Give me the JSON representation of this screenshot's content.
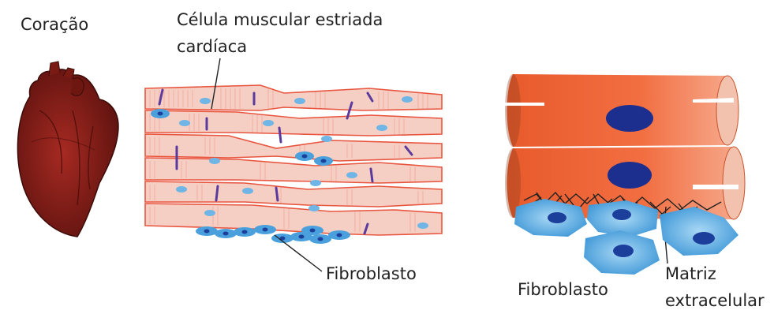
{
  "labels": {
    "heart": "Coração",
    "cell_line1": "Célula muscular estriada",
    "cell_line2": "cardíaca",
    "fibroblast_left": "Fibroblasto",
    "fibroblast_right": "Fibroblasto",
    "matrix_line1": "Matriz",
    "matrix_line2": "extracelular"
  },
  "colors": {
    "heart": "#8b1f1a",
    "tissue_fill": "#f6cfc4",
    "tissue_stroke": "#e8553f",
    "intercalated_disc": "#5a3a9c",
    "nucleus_light": "#6fb6e6",
    "fibroblast": "#4aa0dc",
    "fibroblast_nucleus": "#1d3f9c",
    "cardiomyocyte": "#ef6a3e",
    "cardiomyocyte_nucleus": "#1c2e8e",
    "matrix_fibers": "#222222"
  }
}
